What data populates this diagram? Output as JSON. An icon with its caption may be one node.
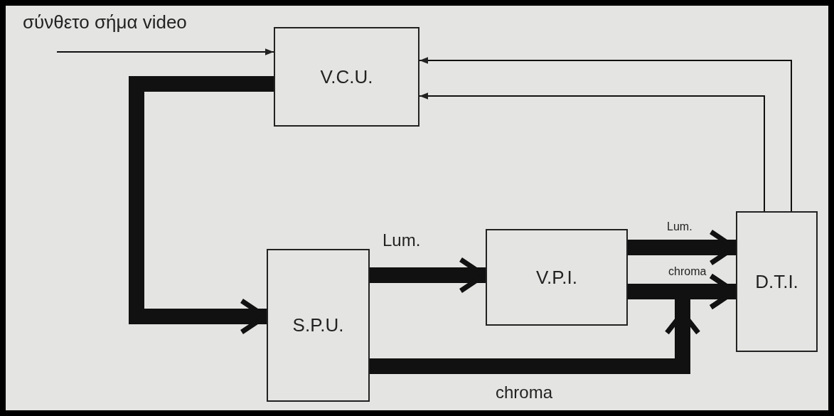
{
  "diagram": {
    "nodes": [
      {
        "text": [
          "V.C.U."
        ]
      },
      {
        "text": [
          "S.P.U."
        ]
      },
      {
        "text": [
          "V.P.I."
        ]
      },
      {
        "text": [
          "D.T.I."
        ]
      }
    ],
    "edges": [
      {
        "from": null,
        "to": 0,
        "arrow": "to",
        "label": "σύνθετο σήμα video"
      },
      {
        "from": 0,
        "to": 1,
        "arrow": "to"
      },
      {
        "from": 1,
        "to": 2,
        "arrow": "to",
        "label": "Lum."
      },
      {
        "from": 2,
        "to": 3,
        "arrow": "to",
        "label": "Lum."
      },
      {
        "from": 2,
        "to": 3,
        "arrow": "to",
        "label": "chroma"
      },
      {
        "from": 1,
        "to": 3,
        "arrow": "to",
        "label": "chroma"
      },
      {
        "from": 3,
        "to": 0,
        "arrow": "to"
      },
      {
        "from": 3,
        "to": 0,
        "arrow": "to"
      }
    ]
  }
}
